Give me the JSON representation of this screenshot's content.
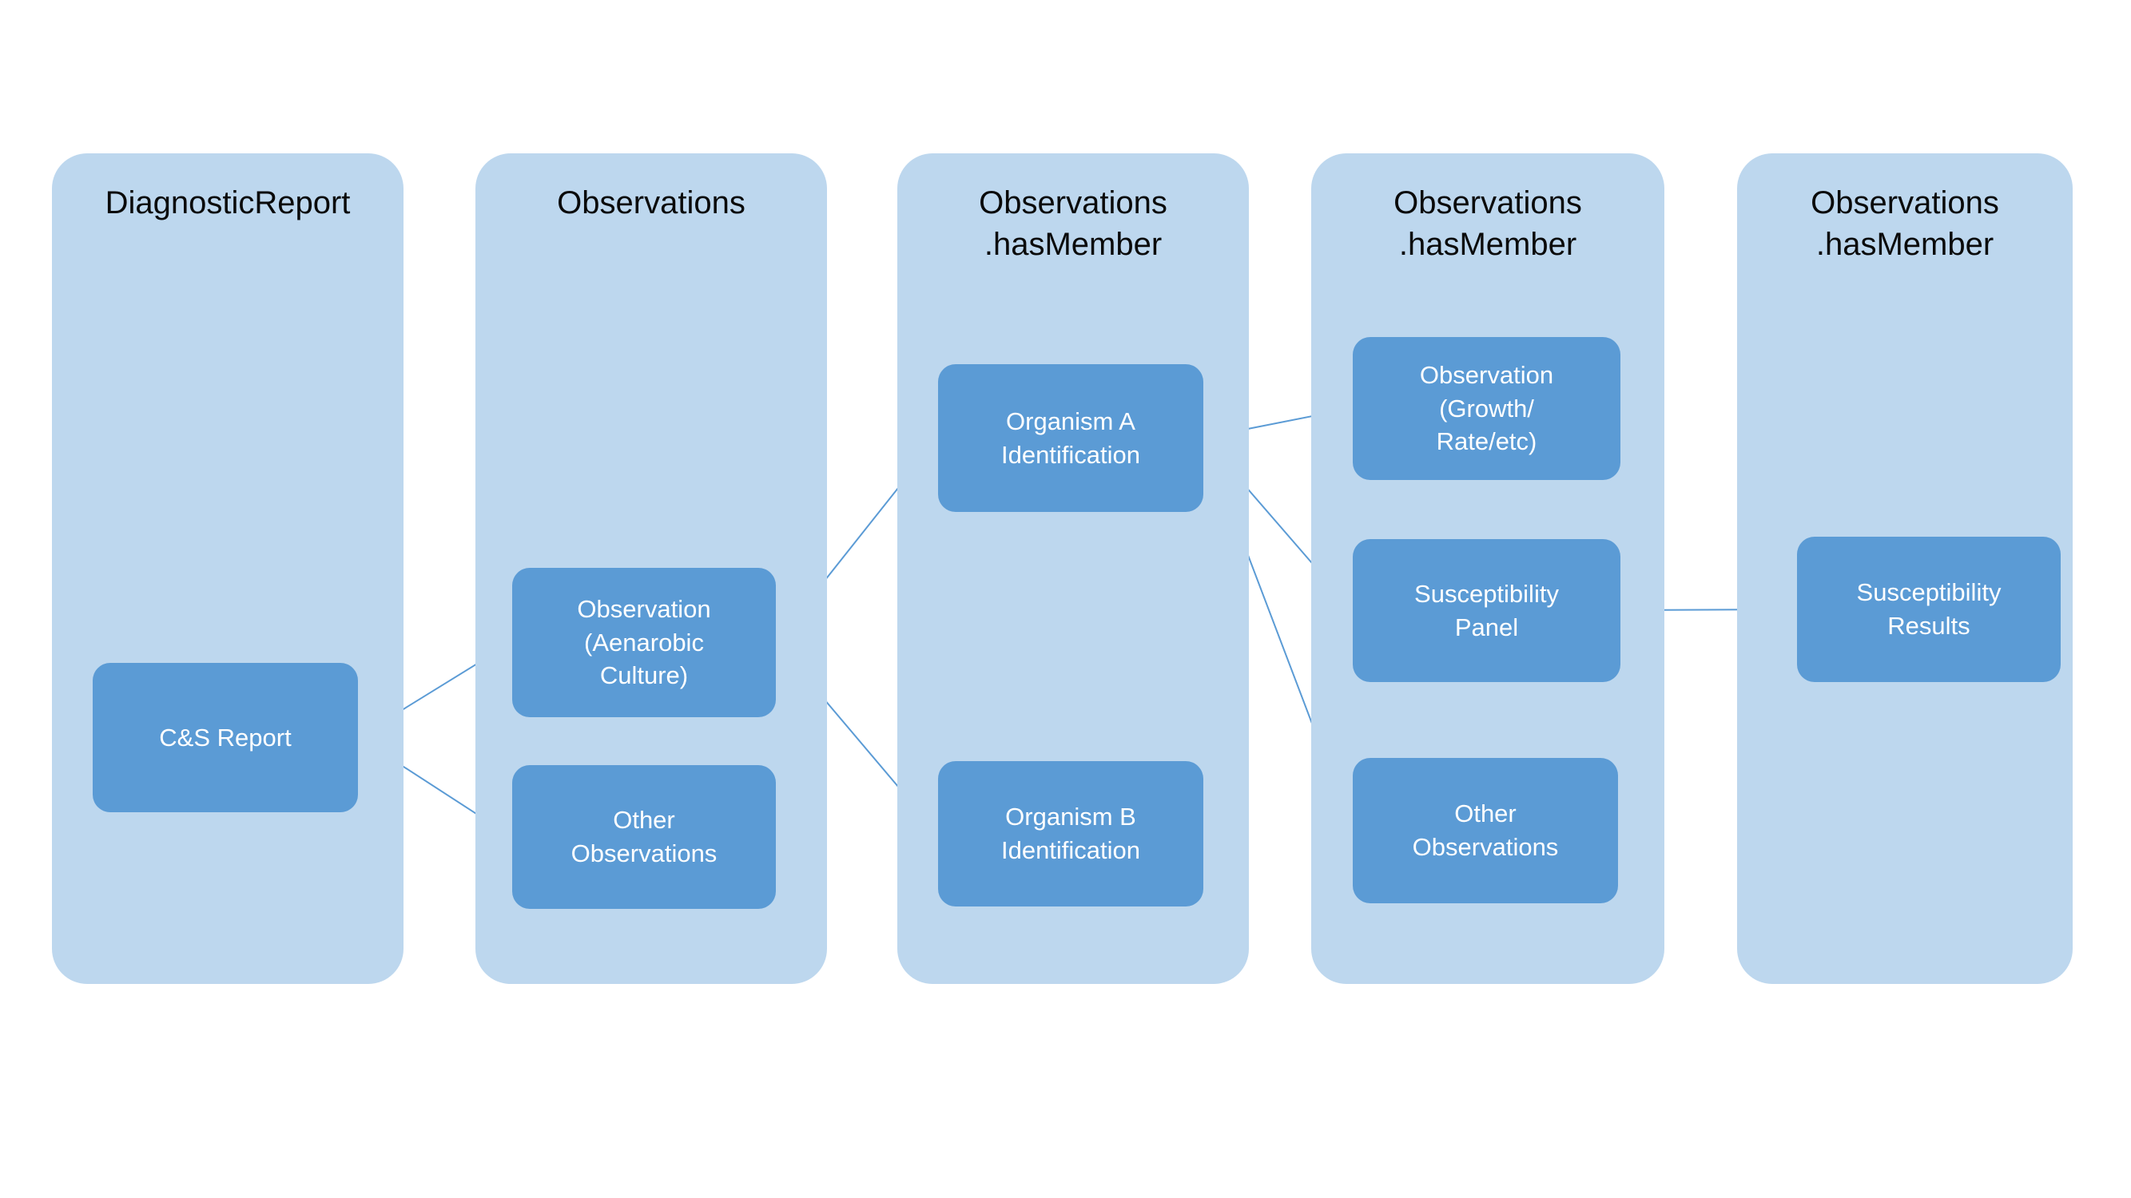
{
  "diagram": {
    "colors": {
      "column_bg": "#BDD7EE",
      "node_bg": "#5B9BD5",
      "edge": "#5B9BD5",
      "title_text": "#0A0A0A",
      "node_text": "#FFFFFF"
    },
    "columns": [
      {
        "title": "DiagnosticReport"
      },
      {
        "title": "Observations"
      },
      {
        "title": "Observations\n.hasMember"
      },
      {
        "title": "Observations\n.hasMember"
      },
      {
        "title": "Observations\n.hasMember"
      }
    ],
    "nodes": {
      "cs_report": "C&S Report",
      "observation_aenarobic_culture": "Observation\n(Aenarobic\nCulture)",
      "other_observations_1": "Other\nObservations",
      "organism_a_identification": "Organism A\nIdentification",
      "organism_b_identification": "Organism B\nIdentification",
      "observation_growth_rate": "Observation\n(Growth/\nRate/etc)",
      "susceptibility_panel": "Susceptibility\nPanel",
      "other_observations_2": "Other\nObservations",
      "susceptibility_results": "Susceptibility\nResults"
    },
    "edges": [
      {
        "from": "cs_report",
        "to": "observation_aenarobic_culture"
      },
      {
        "from": "cs_report",
        "to": "other_observations_1"
      },
      {
        "from": "observation_aenarobic_culture",
        "to": "organism_a_identification"
      },
      {
        "from": "observation_aenarobic_culture",
        "to": "organism_b_identification"
      },
      {
        "from": "organism_a_identification",
        "to": "observation_growth_rate"
      },
      {
        "from": "organism_a_identification",
        "to": "susceptibility_panel"
      },
      {
        "from": "organism_a_identification",
        "to": "other_observations_2"
      },
      {
        "from": "susceptibility_panel",
        "to": "susceptibility_results"
      }
    ]
  }
}
